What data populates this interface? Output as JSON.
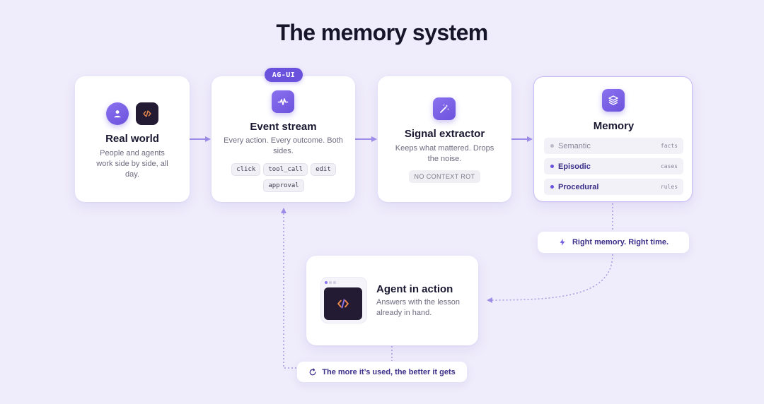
{
  "title": "The memory system",
  "cards": {
    "real_world": {
      "title": "Real world",
      "description": "People and agents work side by side, all day.",
      "icons": [
        "user-icon",
        "code-icon"
      ]
    },
    "event_stream": {
      "badge": "AG-UI",
      "title": "Event stream",
      "description": "Every action. Every outcome. Both sides.",
      "icon": "pulse-icon",
      "chips": [
        "click",
        "tool_call",
        "edit",
        "approval"
      ]
    },
    "signal_extractor": {
      "title": "Signal extractor",
      "description": "Keeps what mattered. Drops the noise.",
      "icon": "magic-wand-icon",
      "pill": "NO CONTEXT ROT"
    },
    "memory": {
      "title": "Memory",
      "icon": "layers-icon",
      "rows": [
        {
          "name": "Semantic",
          "tag": "facts",
          "active": false
        },
        {
          "name": "Episodic",
          "tag": "cases",
          "active": true
        },
        {
          "name": "Procedural",
          "tag": "rules",
          "active": true
        }
      ]
    },
    "agent": {
      "title": "Agent in action",
      "description": "Answers with the lesson already in hand.",
      "icon": "code-window-icon"
    }
  },
  "pills": {
    "right_memory": {
      "icon": "lightning-icon",
      "text": "Right memory. Right time."
    },
    "feedback": {
      "icon": "refresh-icon",
      "text": "The more it’s used, the better it gets"
    }
  },
  "colors": {
    "accent": "#6b52dc",
    "background": "#efecfb",
    "connector": "#9f8ee8"
  }
}
